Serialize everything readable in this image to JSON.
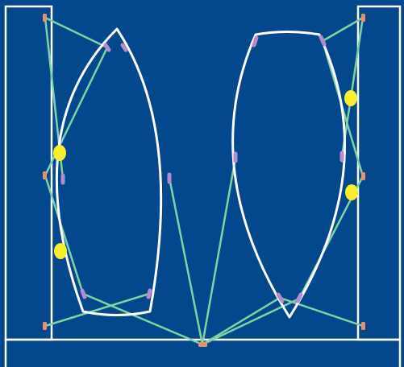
{
  "colors": {
    "background": "#03488c",
    "wall": "#ffffff",
    "lens_outline": "#ffffff",
    "cable": "#7ed3a5",
    "anchor": "#ea8f6a",
    "connector": "#b38bd1",
    "sensor": "#f7ef2f"
  },
  "elements": {
    "walls": [
      "left-wall-frame",
      "right-wall-frame",
      "floor-bar"
    ],
    "lenses": [
      "left-lens",
      "right-lens"
    ],
    "anchor_count": 7,
    "connector_count": 12,
    "sensor_count": 4
  }
}
